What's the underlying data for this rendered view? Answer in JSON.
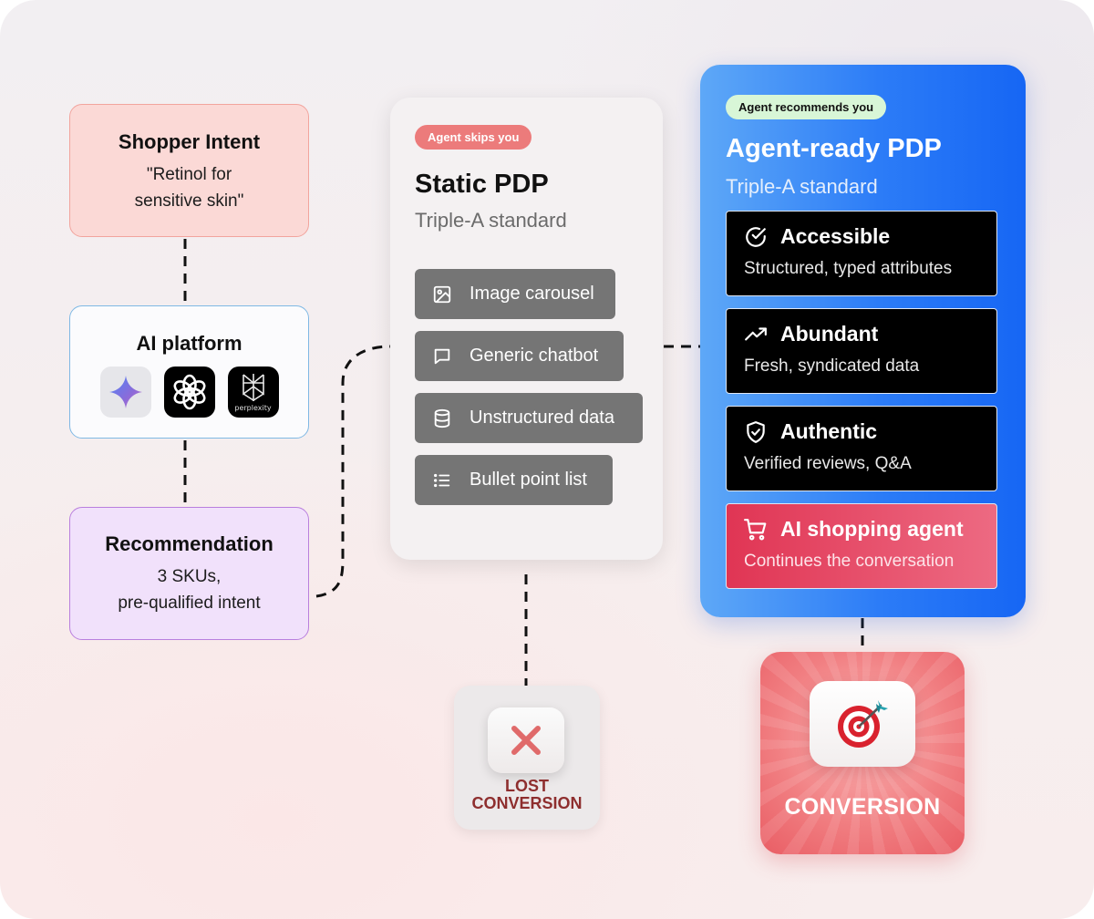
{
  "flow": {
    "shopper_intent": {
      "title": "Shopper Intent",
      "text_line1": "\"Retinol for",
      "text_line2": "sensitive skin\""
    },
    "ai_platform": {
      "title": "AI platform",
      "icons": [
        "gemini-icon",
        "chatgpt-icon",
        "perplexity-icon"
      ],
      "perplexity_label": "perplexity"
    },
    "recommendation": {
      "title": "Recommendation",
      "text_line1": "3 SKUs,",
      "text_line2": "pre-qualified intent"
    }
  },
  "static_pdp": {
    "badge": "Agent skips you",
    "title": "Static PDP",
    "subtitle": "Triple-A standard",
    "items": [
      {
        "label": "Image carousel",
        "icon": "image-icon"
      },
      {
        "label": "Generic chatbot",
        "icon": "chat-bubble-icon"
      },
      {
        "label": "Unstructured data",
        "icon": "database-icon"
      },
      {
        "label": "Bullet point list",
        "icon": "list-icon"
      }
    ]
  },
  "agent_ready_pdp": {
    "badge": "Agent recommends you",
    "title": "Agent-ready PDP",
    "subtitle": "Triple-A standard",
    "items": [
      {
        "title": "Accessible",
        "desc": "Structured, typed attributes",
        "icon": "check-circle-icon"
      },
      {
        "title": "Abundant",
        "desc": "Fresh, syndicated data",
        "icon": "trending-up-icon"
      },
      {
        "title": "Authentic",
        "desc": "Verified reviews, Q&A",
        "icon": "shield-check-icon"
      },
      {
        "title": "AI shopping agent",
        "desc": "Continues the conversation",
        "icon": "cart-icon"
      }
    ]
  },
  "outcomes": {
    "lost_line1": "LOST",
    "lost_line2": "CONVERSION",
    "conversion": "CONVERSION"
  },
  "colors": {
    "intent_bg": "#fbd9d6",
    "platform_border": "#7fb8e4",
    "recommendation_bg": "#f1e1fb",
    "static_item_bg": "#757575",
    "agent_blue": "#1666f4",
    "agent_red": "#e03554",
    "lost_red": "#8e2e2e"
  }
}
